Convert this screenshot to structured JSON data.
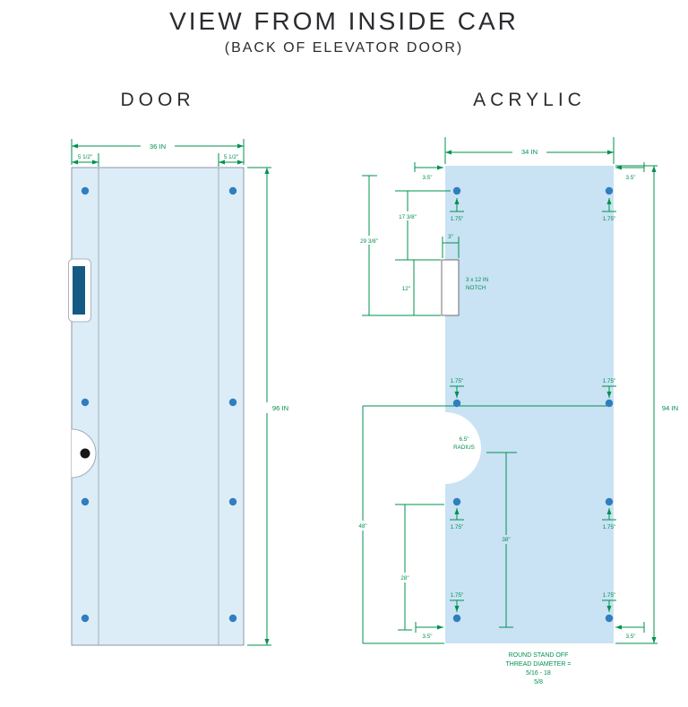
{
  "title": "VIEW FROM INSIDE CAR",
  "subtitle": "(BACK OF ELEVATOR DOOR)",
  "door": {
    "heading": "DOOR",
    "dims": {
      "width": "36 IN",
      "left_margin": "5 1/2\"",
      "right_margin": "5 1/2\"",
      "height": "96 IN"
    }
  },
  "acrylic": {
    "heading": "ACRYLIC",
    "dims": {
      "width": "34 IN",
      "height": "94 IN",
      "edge_offsets": {
        "top_left": "3.5\"",
        "top_right": "3.5\"",
        "bottom_left": "3.5\"",
        "bottom_right": "3.5\""
      },
      "standoff_insets": {
        "top_left": "1.75\"",
        "top_right": "1.75\"",
        "mid_left": "1.75\"",
        "mid_right": "1.75\"",
        "lower_left": "1.75\"",
        "lower_right": "1.75\"",
        "bottom_left": "1.75\"",
        "bottom_right": "1.75\""
      },
      "top_row_to_notch": "17 3/8\"",
      "top_to_notch_bottom": "29 3/8\"",
      "notch_width": "3\"",
      "notch_height": "12\"",
      "notch_label_line1": "3 x 12 IN",
      "notch_label_line2": "NOTCH",
      "radius_value": "6.5\"",
      "radius_word": "RADIUS",
      "lower_height": "48\"",
      "bottom_spacing": "28\"",
      "bottom_height": "38\""
    },
    "note_lines": [
      "ROUND STAND OFF",
      "THREAD DIAMETER =",
      "5/16 - 18",
      "5/8"
    ]
  },
  "colors": {
    "dimension_green": "#00914e",
    "door_fill": "#ddedf8",
    "acrylic_fill": "#c9e2f4",
    "standoff_blue": "#2f7fbe",
    "handle_blue": "#155a85",
    "text_dark": "#2c2b30"
  }
}
